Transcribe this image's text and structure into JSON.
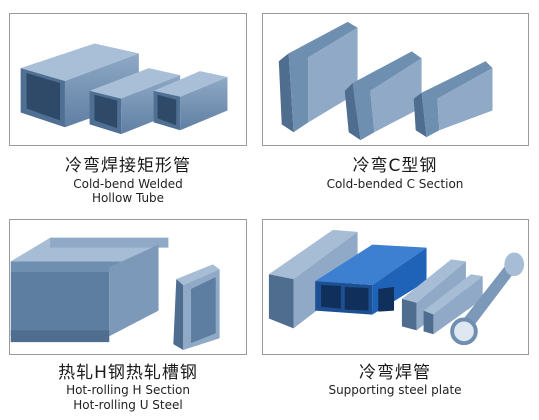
{
  "products": [
    {
      "title_cn": "冷弯焊接矩形管",
      "title_en": [
        "Cold-bend Welded",
        "Hollow Tube"
      ]
    },
    {
      "title_cn": "冷弯C型钢",
      "title_en": [
        "Cold-bended C Section"
      ]
    },
    {
      "title_cn": "热轧H钢热轧槽钢",
      "title_en": [
        "Hot-rolling H Section",
        "Hot-rolling U Steel"
      ]
    },
    {
      "title_cn": "冷弯焊管",
      "title_en": [
        "Supporting steel plate"
      ]
    }
  ],
  "colors": {
    "steel": "#6f8fb1",
    "steel_dark": "#4f6d8e",
    "steel_light": "#a7bdd5",
    "blue_tube": "#1f63b8",
    "border": "#9a9a9a"
  }
}
